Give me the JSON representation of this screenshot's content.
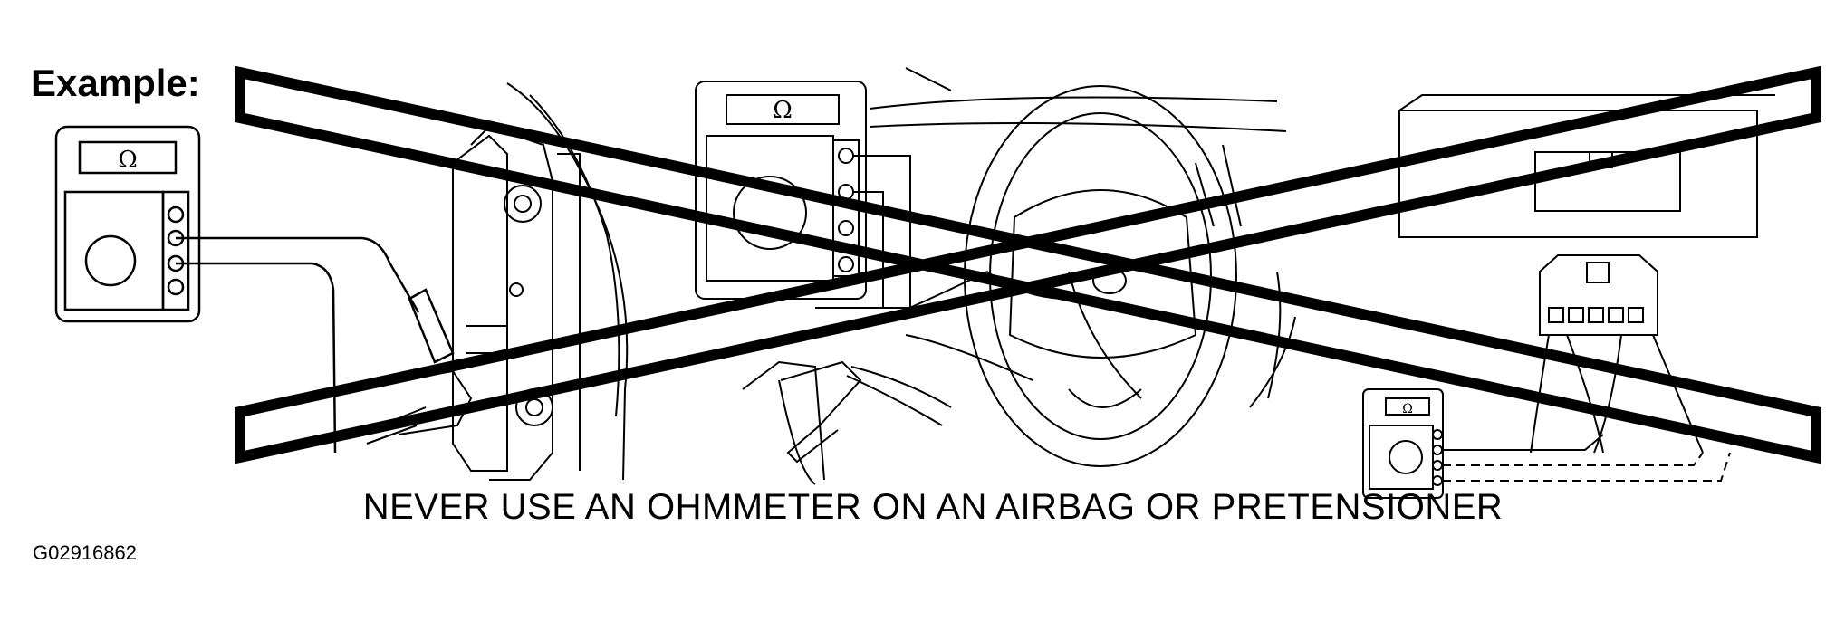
{
  "labels": {
    "example": "Example:",
    "warning": "NEVER USE AN OHMMETER ON AN AIRBAG OR PRETENSIONER",
    "figure_code": "G02916862"
  },
  "meter": {
    "symbol": "Ω"
  },
  "colors": {
    "line": "#000000",
    "background": "#ffffff"
  }
}
